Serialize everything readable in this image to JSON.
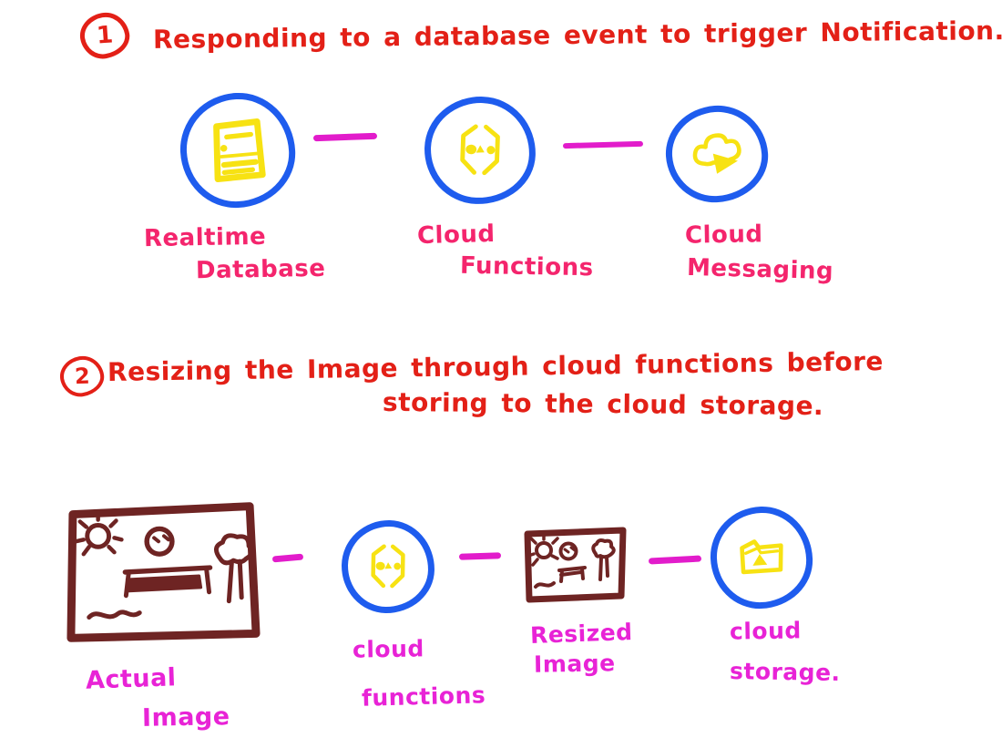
{
  "colors": {
    "red": "#e32017",
    "deep_pink": "#f4256d",
    "magenta": "#e823d6",
    "magenta_line": "#e21ccb",
    "blue": "#1e5cee",
    "yellow": "#f7e213",
    "maroon": "#6e2423",
    "background": "#ffffff"
  },
  "flow1": {
    "number": "1",
    "heading": "Responding to a database event to trigger Notification.",
    "nodes": [
      {
        "icon": "realtime-database-icon",
        "line1": "Realtime",
        "line2": "Database"
      },
      {
        "icon": "cloud-functions-icon",
        "line1": "Cloud",
        "line2": "Functions"
      },
      {
        "icon": "cloud-messaging-icon",
        "line1": "Cloud",
        "line2": "Messaging"
      }
    ]
  },
  "flow2": {
    "number": "2",
    "heading_line1": "Resizing the Image through cloud functions before",
    "heading_line2": "storing to the cloud storage.",
    "nodes": [
      {
        "icon": "actual-image-sketch",
        "line1": "Actual",
        "line2": "Image"
      },
      {
        "icon": "cloud-functions-icon",
        "line1": "cloud",
        "line2": "functions"
      },
      {
        "icon": "resized-image-sketch",
        "line1": "Resized",
        "line2": "Image"
      },
      {
        "icon": "cloud-storage-icon",
        "line1": "cloud",
        "line2": "storage."
      }
    ]
  }
}
